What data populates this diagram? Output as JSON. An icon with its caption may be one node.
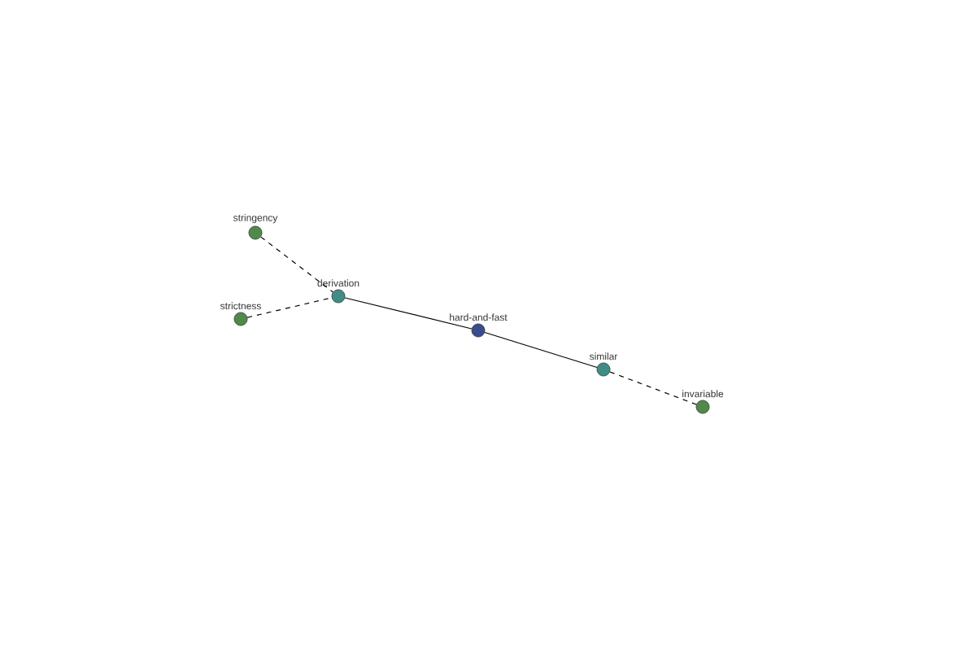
{
  "diagram": {
    "nodes": [
      {
        "text": [
          "stringency"
        ]
      },
      {
        "text": [
          "derivation"
        ]
      },
      {
        "text": [
          "strictness"
        ]
      },
      {
        "text": [
          "hard-and-fast"
        ]
      },
      {
        "text": [
          "similar"
        ]
      },
      {
        "text": [
          "invariable"
        ]
      }
    ],
    "edges": [
      {
        "from": 0,
        "to": 1,
        "arrow": "none",
        "style": "dashed"
      },
      {
        "from": 2,
        "to": 1,
        "arrow": "none",
        "style": "dashed"
      },
      {
        "from": 1,
        "to": 3,
        "arrow": "none"
      },
      {
        "from": 3,
        "to": 4,
        "arrow": "none"
      },
      {
        "from": 4,
        "to": 5,
        "arrow": "none",
        "style": "dashed"
      }
    ]
  }
}
